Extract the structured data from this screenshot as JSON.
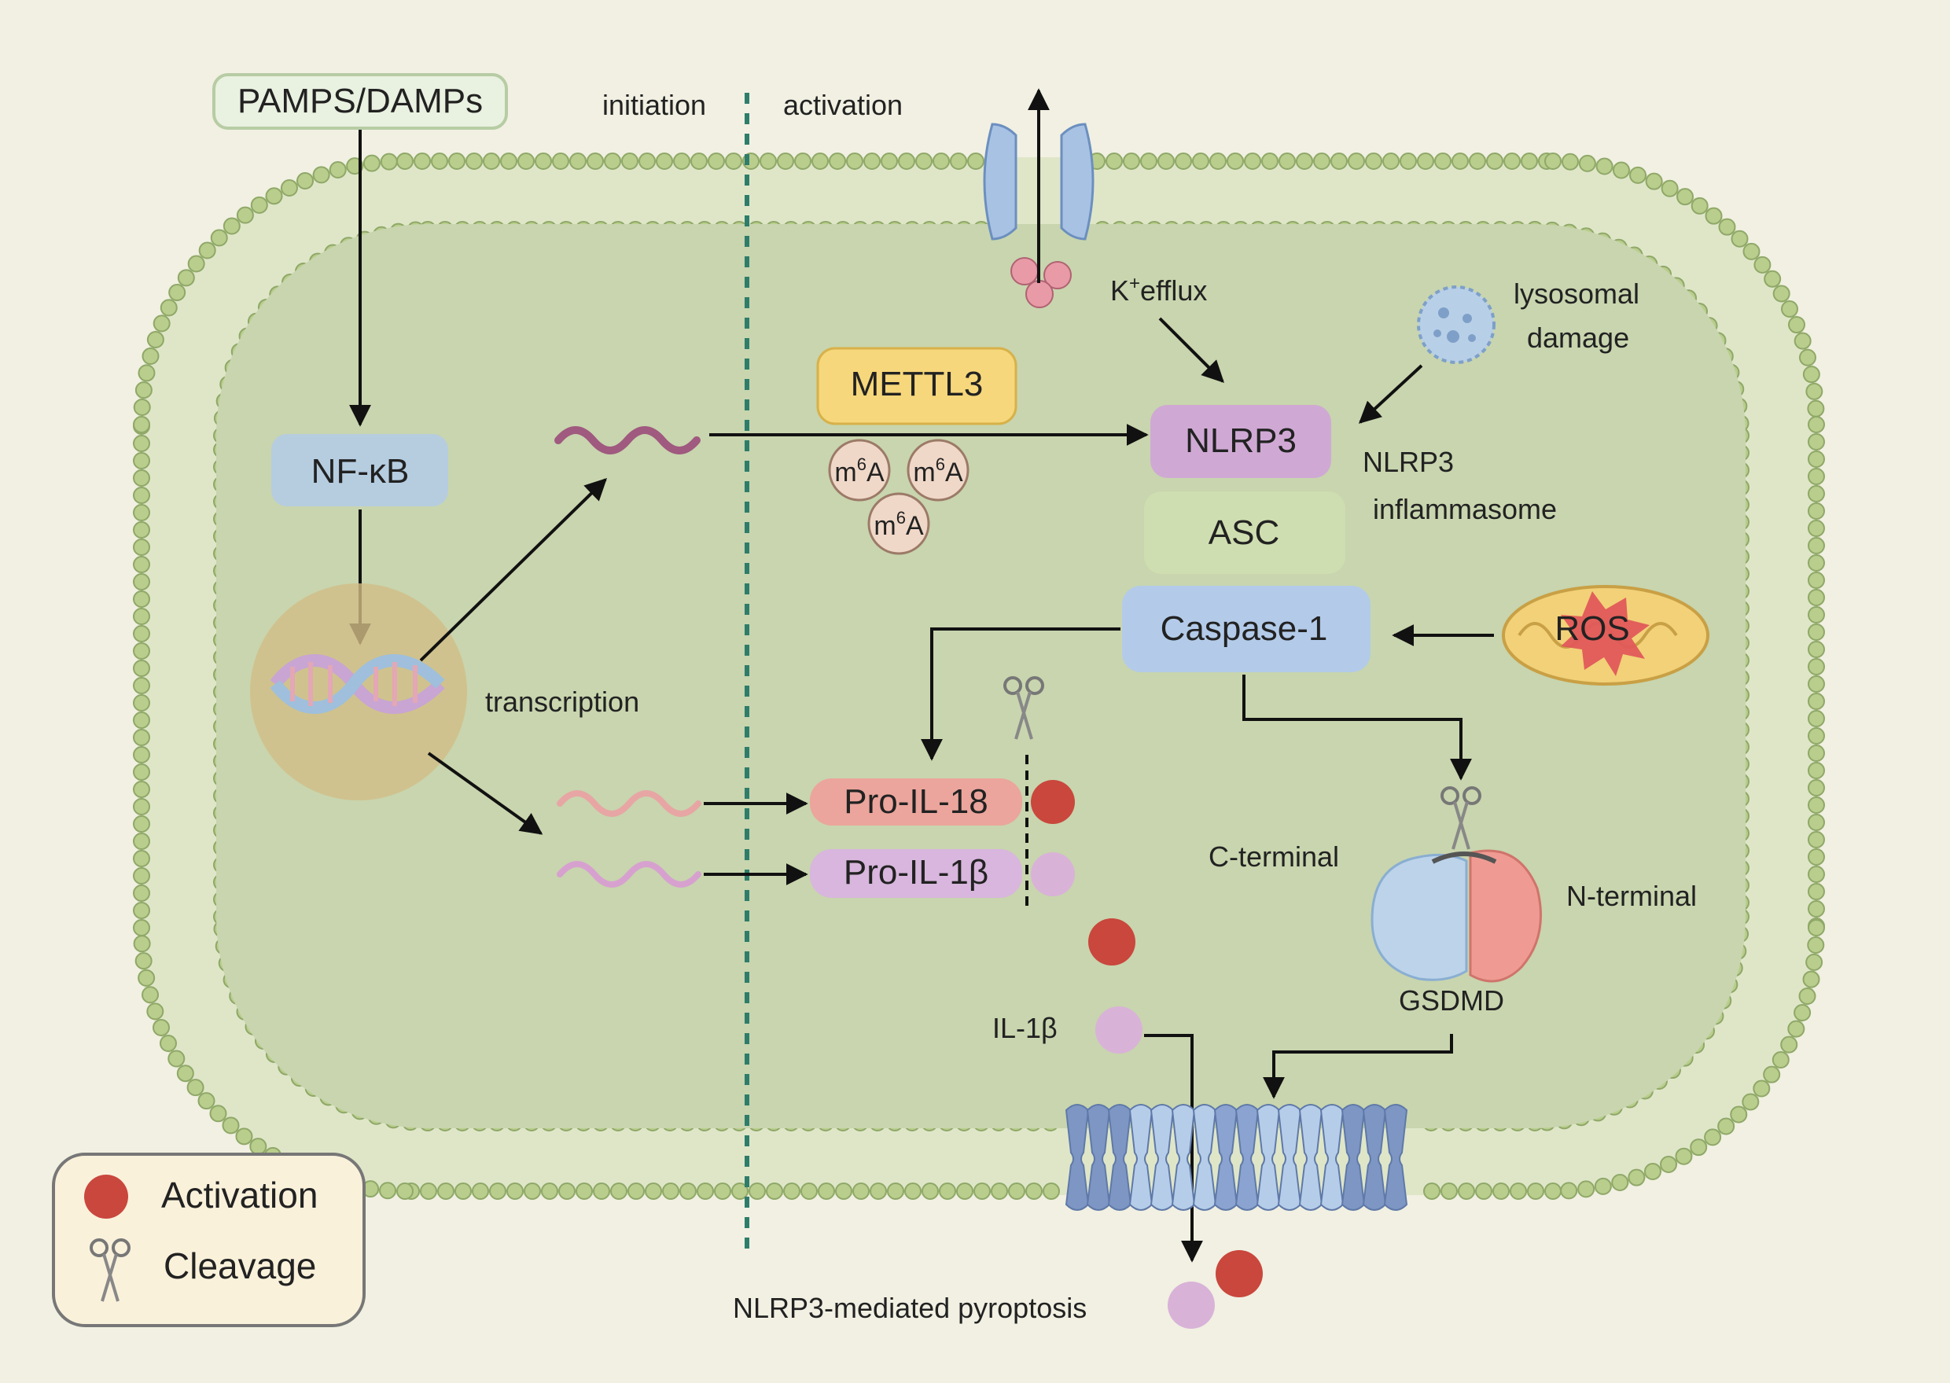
{
  "colors": {
    "background": "#f1f0e2",
    "cytoplasm": "#c8d5ae",
    "membrane_head": "#b9cd8c",
    "membrane_stroke": "#8fa868",
    "nfkb_box": "#b6cde0",
    "mettl3_box": "#f6d77b",
    "nlrp3_box": "#cfa9d4",
    "asc_box": "#cfdeb0",
    "caspase_box": "#b3cbe9",
    "pro_il18_box": "#eba59c",
    "pro_il1b_box": "#d8b6dd",
    "activation_dot": "#c9473d",
    "il1b_dot": "#d9b2d8",
    "dashed_divider": "#2e7d6b"
  },
  "top": {
    "pamps": "PAMPS/DAMPs",
    "initiation": "initiation",
    "activation": "activation"
  },
  "nodes": {
    "nfkb": "NF-κB",
    "transcription": "transcription",
    "mettl3": "METTL3",
    "m6a_base": "m",
    "m6a_sup": "6",
    "m6a_tail": "A",
    "k_base": "K",
    "k_sup": "+",
    "k_tail": "efflux",
    "lysosomal_1": "lysosomal",
    "lysosomal_2": "damage",
    "nlrp3": "NLRP3",
    "inflammasome_1": "NLRP3",
    "inflammasome_2": "inflammasome",
    "asc": "ASC",
    "caspase": "Caspase-1",
    "ros": "ROS",
    "pro_il18": "Pro-IL-18",
    "pro_il1b": "Pro-IL-1β",
    "c_terminal": "C-terminal",
    "n_terminal": "N-terminal",
    "gsdmd": "GSDMD",
    "il1b": "IL-1β",
    "pyroptosis": "NLRP3-mediated pyroptosis"
  },
  "legend": {
    "activation": "Activation",
    "cleavage": "Cleavage"
  },
  "icons": [
    "dna-icon",
    "lysosome-icon",
    "mitochondrion-icon",
    "scissors-icon",
    "ion-channel-icon",
    "gsdmd-pore-icon"
  ]
}
